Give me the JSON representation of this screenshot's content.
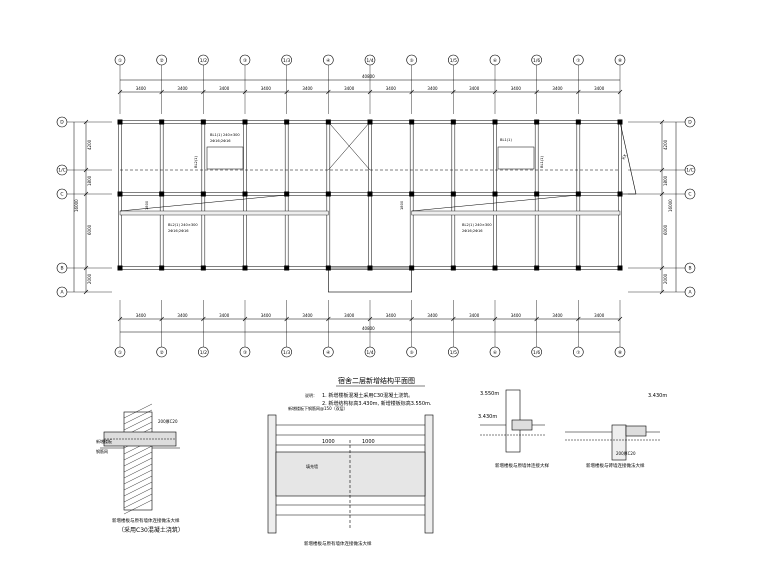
{
  "plan": {
    "title": "宿舍二层新增结构平面图",
    "top_total": "40800",
    "bottom_total": "40800",
    "left_total": "16000",
    "right_total": "16000",
    "span": "3400",
    "col_axes": [
      "①",
      "②",
      "1/2",
      "③",
      "1/3",
      "④",
      "1/4",
      "⑤",
      "1/5",
      "⑥",
      "1/6",
      "⑦",
      "⑧"
    ],
    "row_axes": [
      "D",
      "1/C",
      "C",
      "B",
      "A"
    ],
    "left_dims": [
      "4200",
      "1800",
      "6000",
      "2000"
    ],
    "right_dims": [
      "4200",
      "1800",
      "6000",
      "2000"
    ],
    "beam_label_left_top": "BL1(1) 240×300",
    "beam_label_left_top2": "2Φ16;2Φ16",
    "beam_label_right_top": "BL1(1)",
    "beam_label_left_mid": "BL2(1) 240×300",
    "beam_label_left_mid2": "2Φ16;2Φ16",
    "beam_label_right_mid": "BL2(1) 240×300",
    "beam_label_right_mid2": "2Φ16;2Φ16",
    "side_label_left": "BL2(1)",
    "side_label_right": "BL1(1)",
    "stair_dim": "1800",
    "diag_label": "XX"
  },
  "notes": {
    "header": "说明：",
    "line1": "1. 新增楼板混凝土采用C30混凝土浇筑。",
    "line2": "2. 新增结构标高3.430m, 新增楼板标高3.550m."
  },
  "detail1": {
    "caption": "新增楼板与原有墙体连接做法大样",
    "caption2": "（采用C30混凝土浇筑）",
    "label1": "200厚C20",
    "label2": "新增楼板",
    "label3": "钢筋网"
  },
  "detail2": {
    "caption": "新增楼板与原有墙体连接做法大样",
    "top_label": "新增楼板下钢筋网@150（双层）",
    "dim1": "1000",
    "dim2": "1000",
    "hatch_label": "填充墙"
  },
  "detail3": {
    "elev1": "3.550m",
    "elev2": "3.430m",
    "caption": "新增楼板与原墙体连接大样"
  },
  "detail4": {
    "elev": "3.430m",
    "label": "200厚C20",
    "caption": "新增楼板与砖墙连接做法大样"
  }
}
